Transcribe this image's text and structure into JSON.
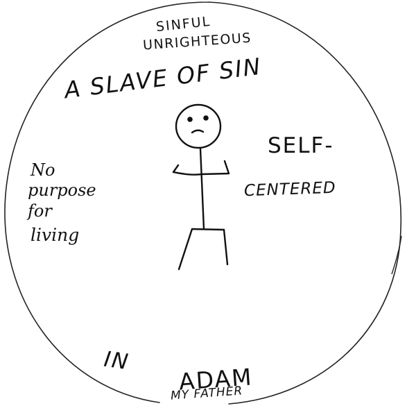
{
  "top_labels": [
    "SINFUL",
    "UNRIGHTEOUS"
  ],
  "headline": "A SLAVE OF SIN",
  "right_label": [
    "SELF-",
    "CENTERED"
  ],
  "left_label": [
    "No",
    "purpose",
    "for",
    "living"
  ],
  "bottom_label": [
    "IN",
    "ADAM"
  ],
  "bottom_sublabel": "MY FATHER",
  "figure": "stick-figure",
  "ink_color": "#111111",
  "background_color": "#ffffff"
}
